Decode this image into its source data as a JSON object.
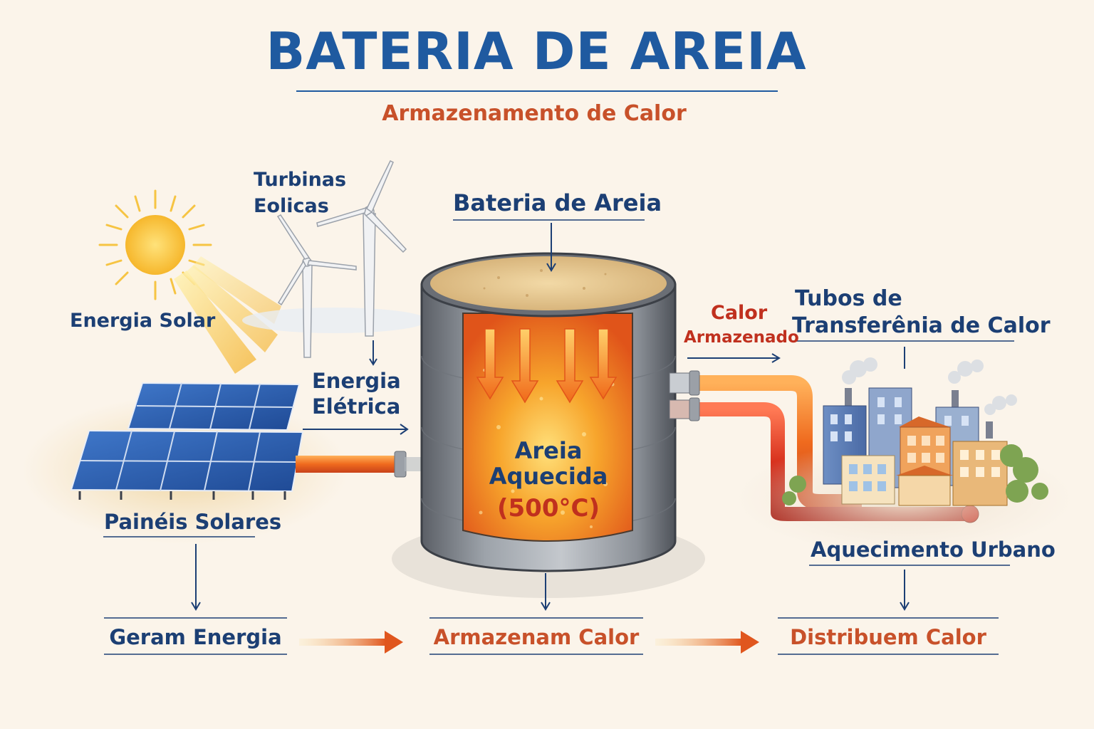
{
  "title": "BATERIA DE AREIA",
  "subtitle": "Armazenamento de Calor",
  "labels": {
    "turbines_line1": "Turbinas",
    "turbines_line2": "Eolicas",
    "solar_energy": "Energia Solar",
    "battery": "Bateria de Areia",
    "electric_line1": "Energia",
    "electric_line2": "Elétrica",
    "stored_heat_line1": "Calor",
    "stored_heat_line2": "Armazenado",
    "pipes_line1": "Tubos de",
    "pipes_line2": "Transferênia de Calor",
    "sand_line1": "Areia",
    "sand_line2": "Aquecida",
    "temperature": "(500°C)",
    "solar_panels": "Painéis Solares",
    "district_heating": "Aquecimento Urbano"
  },
  "steps": [
    {
      "label": "Geram Energia",
      "color": "#1c3f74"
    },
    {
      "label": "Armazenam Calor",
      "color": "#c8512a"
    },
    {
      "label": "Distribuem Calor",
      "color": "#c8512a"
    }
  ],
  "colors": {
    "background": "#fbf4ea",
    "title": "#1f5aa0",
    "navy": "#1c3f74",
    "accent": "#c8512a",
    "red_label": "#c0301e",
    "sand": "#e8c98f",
    "hot_sand": "#f08a1a",
    "solar_panel": "#2d5fae",
    "pipe": "#e8581e"
  },
  "icons": [
    "sun-icon",
    "wind-turbine-icon",
    "solar-panel-icon",
    "sand-battery-icon",
    "city-buildings-icon",
    "arrow-right-icon",
    "arrow-down-icon"
  ]
}
